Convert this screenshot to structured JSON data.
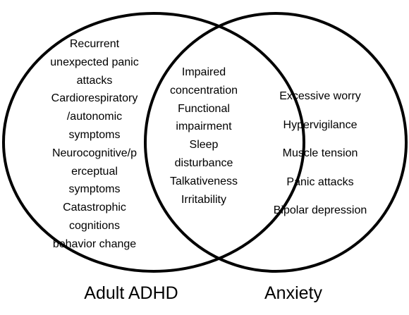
{
  "diagram": {
    "type": "venn",
    "stroke_color": "#000000",
    "left_set": {
      "label": "Adult ADHD",
      "lines": [
        "Recurrent",
        "unexpected panic",
        "attacks",
        "Cardiorespiratory",
        "/autonomic",
        "symptoms",
        "Neurocognitive/p",
        "erceptual",
        "symptoms",
        "Catastrophic",
        "cognitions",
        "behavior change"
      ]
    },
    "overlap": {
      "lines": [
        "Impaired",
        "concentration",
        "Functional",
        "impairment",
        "Sleep",
        "disturbance",
        "Talkativeness",
        "Irritability"
      ]
    },
    "right_set": {
      "label": "Anxiety",
      "lines": [
        "Excessive worry",
        "Hypervigilance",
        "Muscle tension",
        "Panic attacks",
        "Bipolar depression"
      ]
    }
  }
}
